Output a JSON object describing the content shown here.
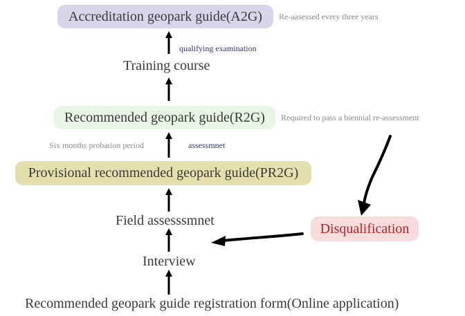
{
  "nodes": {
    "a2g": "Accreditation geopark guide(A2G)",
    "training": "Training course",
    "r2g": "Recommended geopark guide(R2G)",
    "pr2g": "Provisional recommended geopark guide(PR2G)",
    "field": "Field assesssmnet",
    "interview": "Interview",
    "registration": "Recommended geopark guide registration form(Online application)",
    "disqualification": "Disqualification"
  },
  "notes": {
    "a2g_reassess": "Re-aasessed every three years",
    "qualifying": "qualifying examination",
    "r2g_reassess": "Required to pass a biennial re-assessment",
    "probation": "Six months probation period",
    "assessment": "assessmnet"
  },
  "colors": {
    "a2g_fill": "#d9d4ea",
    "r2g_fill": "#e8f4e6",
    "pr2g_fill": "#e4e0ad",
    "disq_fill": "#f6dcdc",
    "disq_text": "#b52222",
    "note_gray": "#8a8a8a",
    "note_blue": "#2d3580"
  }
}
